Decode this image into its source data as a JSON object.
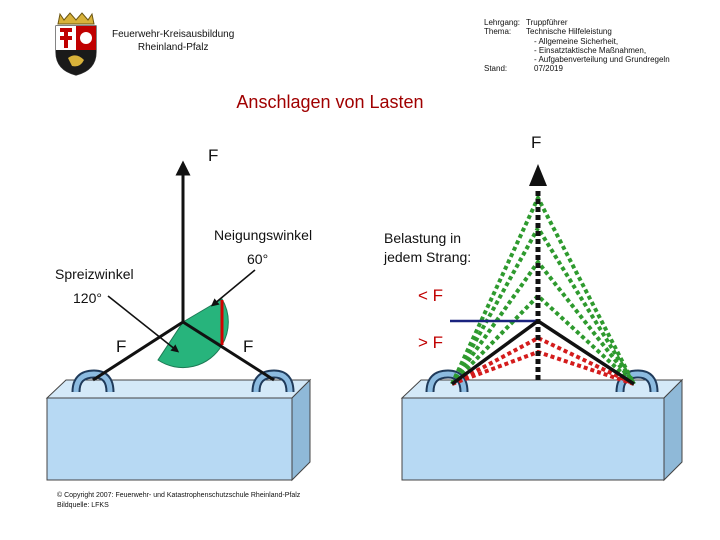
{
  "header": {
    "org_line1": "Feuerwehr-Kreisausbildung",
    "org_line2": "Rheinland-Pfalz",
    "course_label": "Lehrgang:",
    "course_value": "Truppführer",
    "topic_label": "Thema:",
    "topic_value": "Technische Hilfeleistung",
    "topic_items": [
      "- Allgemeine Sicherheit,",
      "- Einsatztaktische Maßnahmen,",
      "- Aufgabenverteilung und Grundregeln"
    ],
    "status_label": "Stand:",
    "status_value": "07/2019"
  },
  "title": "Anschlagen von Lasten",
  "left_diagram": {
    "force_top": "F",
    "inclination_label": "Neigungswinkel",
    "inclination_value": "60°",
    "spread_label": "Spreizwinkel",
    "spread_value": "120°",
    "force_left": "F",
    "force_right": "F"
  },
  "right_diagram": {
    "force_top": "F",
    "load_label_line1": "Belastung in",
    "load_label_line2": "jedem Strang:",
    "less_than": "< F",
    "greater_than": "> F"
  },
  "footer": {
    "copyright": "© Copyright 2007: Feuerwehr- und Katastrophenschutzschule Rheinland-Pfalz",
    "source": "Bildquelle: LFKS"
  },
  "colors": {
    "title": "#a00000",
    "load_block": "#b7d9f3",
    "angle_fill": "#27b47c",
    "angle_edge": "#d40000",
    "green_rope": "#2e9a2e",
    "red_rope": "#d41c1c",
    "reference_line": "#1a237e"
  }
}
